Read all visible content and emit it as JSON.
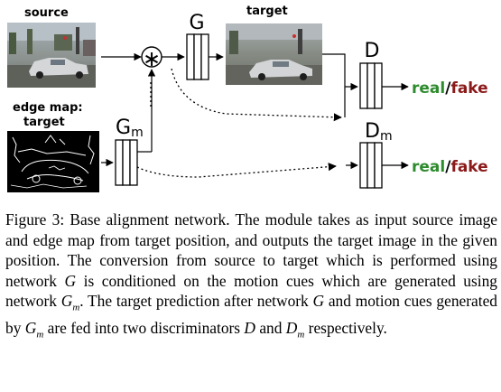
{
  "labels": {
    "source": "source",
    "edge_map_line1": "edge map:",
    "edge_map_line2": "target",
    "target": "target",
    "op_symbol": "∗",
    "G": "G",
    "Gm_base": "G",
    "Gm_sub": "m",
    "D": "D",
    "Dm_base": "D",
    "Dm_sub": "m",
    "real": "real",
    "slash": "/",
    "fake": "fake"
  },
  "colors": {
    "real": "#2e8b2e",
    "fake": "#8b1a1a"
  },
  "caption": {
    "seg1": "Figure 3: Base alignment network. The module takes as input source image and edge map from target position, and outputs the target image in the given position. The conversion from source to target which is performed using network ",
    "G1": "G",
    "seg2": " is conditioned on the motion cues which are generated using network ",
    "Gm1_base": "G",
    "Gm1_sub": "m",
    "seg3": ". The target prediction after network ",
    "G2": "G",
    "seg4": " and motion cues generated by ",
    "Gm2_base": "G",
    "Gm2_sub": "m",
    "seg5": " are fed into two discriminators ",
    "D": "D",
    "seg6": " and ",
    "Dm_base": "D",
    "Dm_sub": "m",
    "seg7": " respectively."
  }
}
